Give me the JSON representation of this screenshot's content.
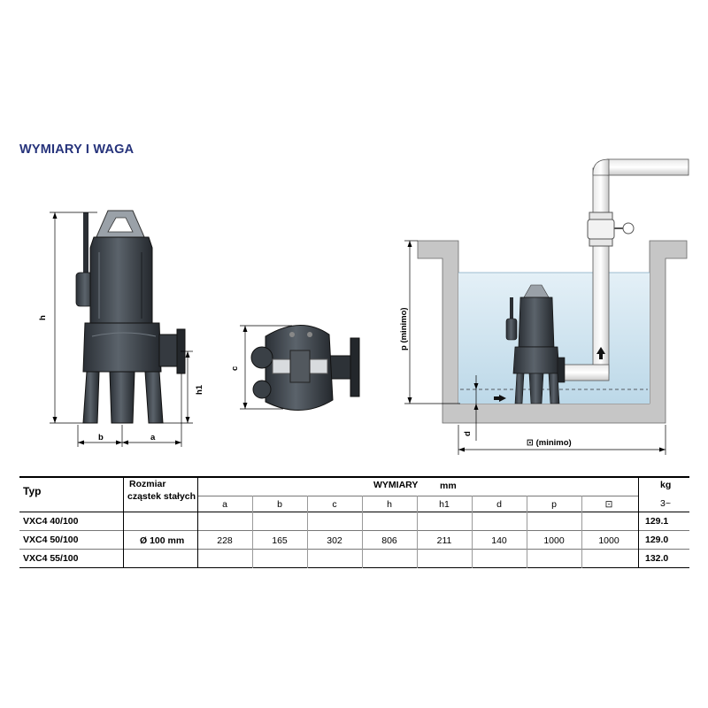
{
  "title": "WYMIARY I WAGA",
  "drawing_labels": {
    "h": "h",
    "h1": "h1",
    "a": "a",
    "b": "b",
    "c": "c",
    "p": "p  (minimo)",
    "d": "d",
    "square": "⊡  (minimo)"
  },
  "table": {
    "col_type": "Typ",
    "col_size_line1": "Rozmiar",
    "col_size_line2": "cząstek stałych",
    "col_dims": "WYMIARY",
    "col_dims_unit": "mm",
    "col_weight": "kg",
    "col_weight_sub": "3~",
    "dim_headers": [
      "a",
      "b",
      "c",
      "h",
      "h1",
      "d",
      "p",
      "⊡"
    ],
    "dim_values": [
      "228",
      "165",
      "302",
      "806",
      "211",
      "140",
      "1000",
      "1000"
    ],
    "size_value": "Ø 100 mm",
    "rows": [
      {
        "type": "VXC4 40/100",
        "weight": "129.1"
      },
      {
        "type": "VXC4 50/100",
        "weight": "129.0"
      },
      {
        "type": "VXC4 55/100",
        "weight": "132.0"
      }
    ]
  }
}
